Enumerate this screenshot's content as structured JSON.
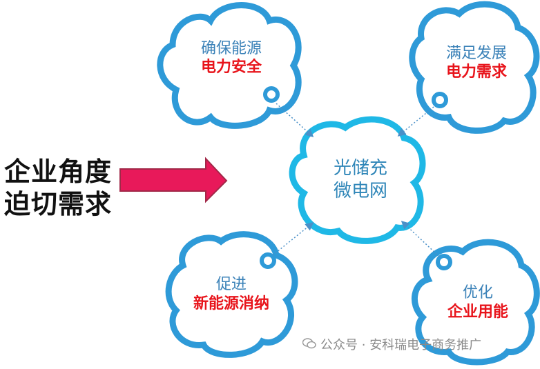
{
  "left_label": {
    "line1": "企业角度",
    "line2": "迫切需求"
  },
  "center": {
    "line1": "光储充",
    "line2": "微电网"
  },
  "nodes": [
    {
      "id": "top-left",
      "line1": "确保能源",
      "line2": "电力安全"
    },
    {
      "id": "top-right",
      "line1": "满足发展",
      "line2": "电力需求"
    },
    {
      "id": "bottom-left",
      "line1": "促进",
      "line2": "新能源消纳"
    },
    {
      "id": "bottom-right",
      "line1": "优化",
      "line2": "企业用能"
    }
  ],
  "watermark": {
    "text": "公众号 · 安科瑞电子商务推广",
    "icon": "wechat-icon"
  },
  "colors": {
    "node_stroke": "#2e9ad8",
    "center_stroke": "#1fb8e6",
    "arrow_fill": "#e8195a",
    "arrow_stroke": "#a12848",
    "blue_text": "#3b82b8",
    "red_text": "#e8141b",
    "connector": "#4a90c8"
  }
}
